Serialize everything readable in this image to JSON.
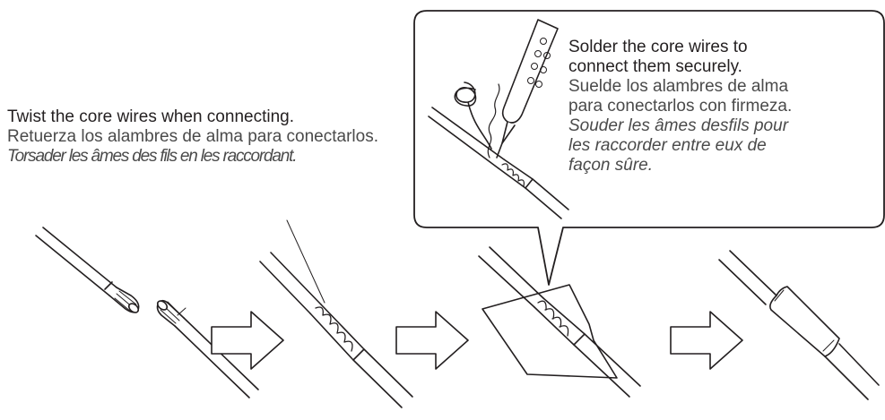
{
  "twist": {
    "en": "Twist the core wires when connecting.",
    "es": "Retuerza los alambres de alma para conectarlos.",
    "fr": "Torsader les âmes des fils en les raccordant."
  },
  "solder": {
    "en_lines": [
      "Solder the core wires to",
      "connect them securely."
    ],
    "es_lines": [
      "Suelde los alambres de alma",
      "para conectarlos con firmeza."
    ],
    "fr_lines": [
      "Souder les âmes desfils pour",
      "les raccorder entre eux de",
      "façon sûre."
    ]
  },
  "colors": {
    "ink": "#231f20",
    "paper": "#ffffff"
  },
  "icons": [
    "wire-end-icon",
    "arrow-right-icon",
    "soldering-iron-icon",
    "solder-coil-icon",
    "heat-shrink-tube-icon"
  ]
}
